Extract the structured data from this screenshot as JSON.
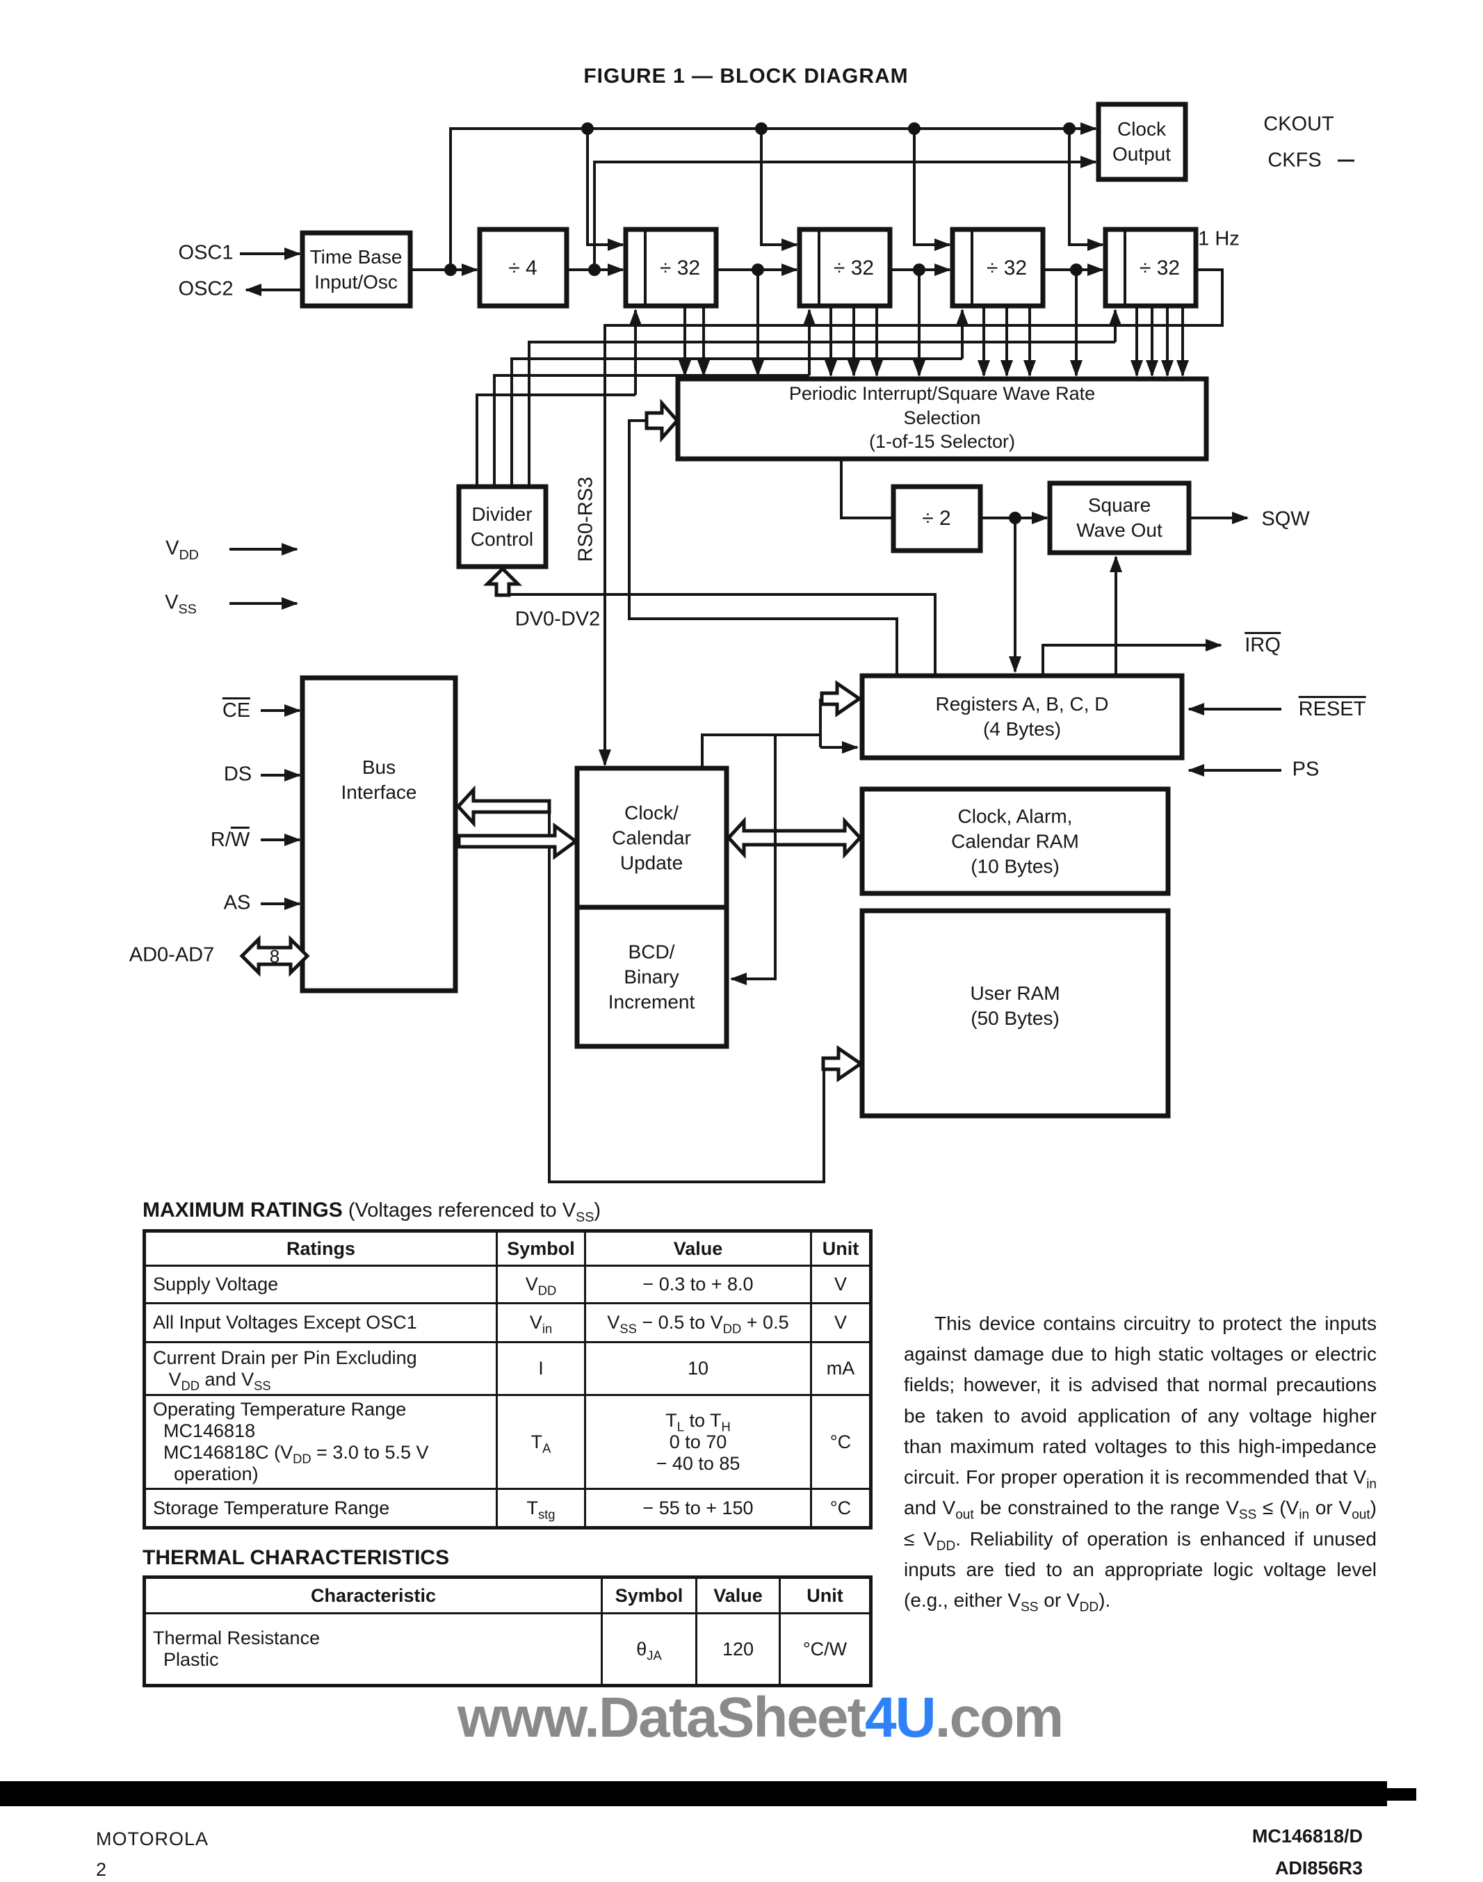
{
  "figure": {
    "title": "FIGURE 1 — BLOCK DIAGRAM",
    "blocks": {
      "timebase": [
        "Time Base",
        "Input/Osc"
      ],
      "div4": "÷ 4",
      "div32": "÷ 32",
      "clock_output": [
        "Clock",
        "Output"
      ],
      "selector": [
        "Periodic Interrupt/Square Wave Rate",
        "Selection",
        "(1-of-15 Selector)"
      ],
      "divider_control": [
        "Divider",
        "Control"
      ],
      "div2": "÷ 2",
      "square_wave_out": [
        "Square",
        "Wave Out"
      ],
      "bus_interface": [
        "Bus",
        "Interface"
      ],
      "registers": [
        "Registers A, B, C, D",
        "(4 Bytes)"
      ],
      "clock_alarm_ram": [
        "Clock, Alarm,",
        "Calendar RAM",
        "(10 Bytes)"
      ],
      "clock_calendar_update": [
        "Clock/",
        "Calendar",
        "Update"
      ],
      "bcd_binary_increment": [
        "BCD/",
        "Binary",
        "Increment"
      ],
      "user_ram": [
        "User RAM",
        "(50 Bytes)"
      ]
    },
    "pins": {
      "osc1": "OSC1",
      "osc2": "OSC2",
      "vdd": "V~DD~",
      "vss": "V~SS~",
      "ce": "^CE^",
      "ds": "DS",
      "rw": "R/^W^",
      "as": "AS",
      "ad": "AD0-AD7",
      "ad_width": "8",
      "ckout": "CKOUT",
      "ckfs": "CKFS",
      "hz": "1 Hz",
      "sqw": "SQW",
      "irq": "^IRQ^",
      "reset": "^RESET^",
      "ps": "PS",
      "rs_bus": "RS0-RS3",
      "dv_bus": "DV0-DV2"
    }
  },
  "max_ratings": {
    "heading": "MAXIMUM RATINGS",
    "heading_note": "(Voltages referenced to V~SS~)",
    "headers": [
      "Ratings",
      "Symbol",
      "Value",
      "Unit"
    ],
    "rows": [
      {
        "c": [
          "Supply Voltage"
        ],
        "s": "V~DD~",
        "v": [
          "− 0.3 to + 8.0"
        ],
        "u": "V"
      },
      {
        "c": [
          "All Input Voltages Except OSC1"
        ],
        "s": "V~in~",
        "v": [
          "V~SS~ − 0.5 to V~DD~ + 0.5"
        ],
        "u": "V"
      },
      {
        "c": [
          "Current Drain per Pin Excluding",
          "   V~DD~ and V~SS~"
        ],
        "s": "I",
        "v": [
          "10"
        ],
        "u": "mA"
      },
      {
        "c": [
          "Operating Temperature Range",
          "  MC146818",
          "  MC146818C (V~DD~ = 3.0 to 5.5 V",
          "    operation)"
        ],
        "s": "T~A~",
        "v": [
          "T~L~ to T~H~",
          "0 to 70",
          "− 40 to 85"
        ],
        "u": "°C"
      },
      {
        "c": [
          "Storage Temperature Range"
        ],
        "s": "T~stg~",
        "v": [
          "− 55 to + 150"
        ],
        "u": "°C"
      }
    ]
  },
  "thermal": {
    "heading": "THERMAL CHARACTERISTICS",
    "headers": [
      "Characteristic",
      "Symbol",
      "Value",
      "Unit"
    ],
    "rows": [
      {
        "c": [
          "Thermal Resistance",
          "  Plastic"
        ],
        "s": "θ~JA~",
        "v": [
          "120"
        ],
        "u": "°C/W"
      }
    ]
  },
  "note": "This device contains circuitry to protect the inputs against damage due to high static voltages or electric fields; however, it is advised that normal precautions be taken to avoid application of any voltage higher than maximum rated voltages to this high-impedance circuit. For proper operation it is recommended that V~in~ and V~out~ be constrained to the range V~SS~ ≤ (V~in~ or V~out~) ≤ V~DD~. Reliability of operation is enhanced if unused inputs are tied to an appropriate logic voltage level (e.g., either V~SS~ or V~DD~).",
  "watermark": {
    "prefix": "www.DataSheet",
    "accent": "4U",
    "suffix": ".com",
    "gray_color": "#8a8a8a",
    "accent_color": "#2f81f7"
  },
  "footer": {
    "brand": "MOTOROLA",
    "page_number": "2",
    "doc_number": "MC146818/D",
    "doc_rev": "ADI856R3"
  }
}
